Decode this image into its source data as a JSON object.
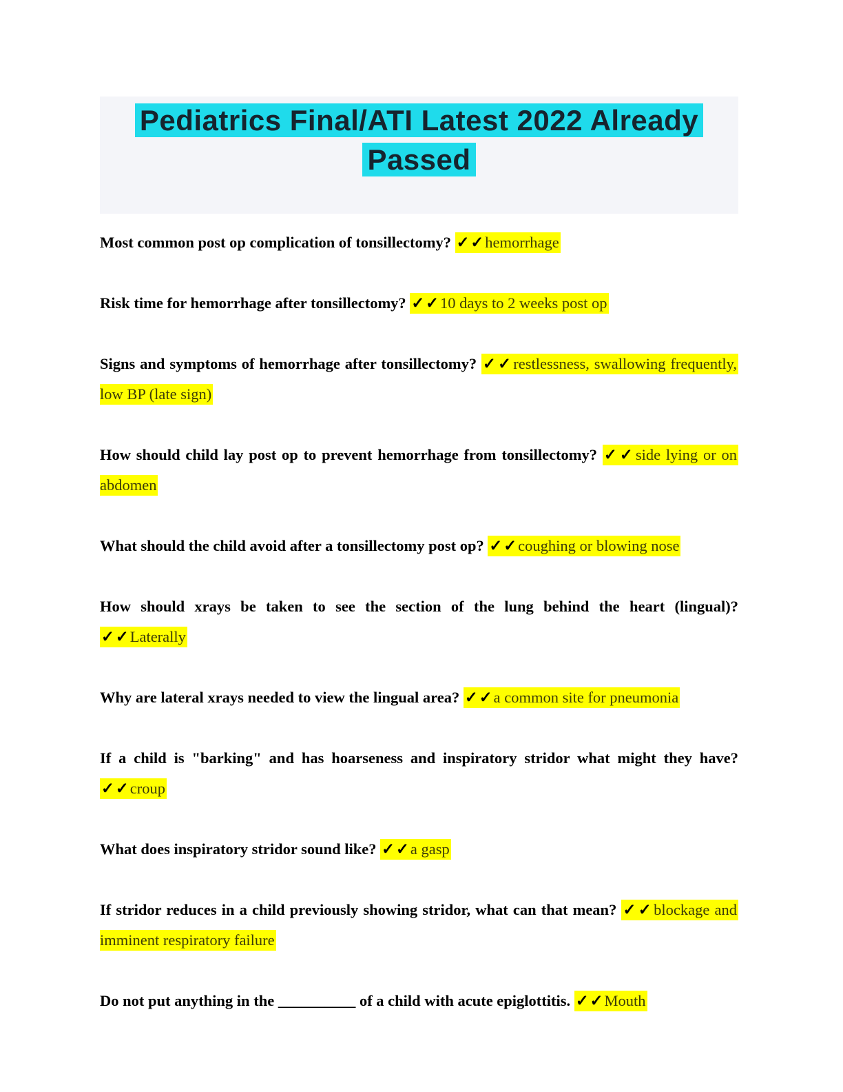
{
  "colors": {
    "title_highlight": "#1fdbeb",
    "answer_highlight": "#ffff00",
    "answer_text": "#3d3d08",
    "title_text": "#16242e",
    "header_block_bg": "#f4f5f9"
  },
  "header": {
    "title": "Pediatrics Final/ATI Latest 2022 Already Passed",
    "title_lines": [
      "Pediatrics Final/ATI Latest 2022 Already",
      "Passed"
    ]
  },
  "answers": {
    "check_prefix": "✓✓"
  },
  "qa_items": [
    {
      "question": "Most common post op complication of tonsillectomy?",
      "answer": "hemorrhage"
    },
    {
      "question": "Risk time for hemorrhage after tonsillectomy?",
      "answer": "10 days to 2 weeks post op"
    },
    {
      "question": "Signs and symptoms of hemorrhage after tonsillectomy?",
      "answer": "restlessness, swallowing frequently, low BP (late sign)"
    },
    {
      "question": "How should child lay post op to prevent hemorrhage from tonsillectomy?",
      "answer": "side lying or on abdomen"
    },
    {
      "question": "What should the child avoid after a tonsillectomy post op?",
      "answer": "coughing or blowing nose"
    },
    {
      "question": "How should xrays be taken to see the section of the lung behind the heart (lingual)?",
      "answer": "Laterally"
    },
    {
      "question": "Why are lateral xrays needed to view the lingual area?",
      "answer": "a common site for pneumonia"
    },
    {
      "question": "If a child is \"barking\" and has hoarseness and inspiratory stridor what might they have?",
      "answer": "croup"
    },
    {
      "question": "What does inspiratory stridor sound like?",
      "answer": "a gasp"
    },
    {
      "question": "If stridor reduces in a child previously showing stridor, what can that mean?",
      "answer": "blockage and imminent respiratory failure"
    },
    {
      "question": "Do not put anything in the __________ of a child with acute epiglottitis.",
      "answer": "Mouth"
    }
  ]
}
